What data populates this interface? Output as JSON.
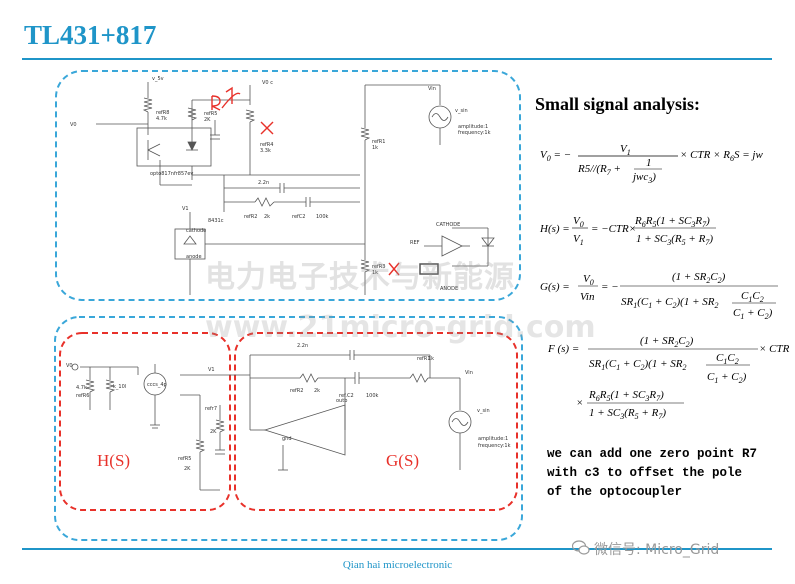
{
  "title": "TL431+817",
  "colors": {
    "accent": "#1f95c8",
    "annotation_red": "#e8312a",
    "box_blue": "#3aa7d9"
  },
  "section_heading": "Small signal analysis:",
  "equations": {
    "v0_lhs": "V",
    "v0_rhs_tail": "× CTR × R",
    "s_def": "S = jw",
    "h_lhs": "H(s) =",
    "h_mid": "= −CTR ×",
    "g_lhs": "G(s) =",
    "f_lhs": "F (s) =",
    "f_tail": "× CTR"
  },
  "note_lines": [
    "we can add one zero point R7",
    "with c3 to offset the pole",
    "of the optocoupler"
  ],
  "footer": "Qian hai microelectronic",
  "watermarks": [
    "电力电子技术与新能源",
    "www.21micro-grid.com"
  ],
  "wechat_label": "微信号: Micro_Grid",
  "block_labels": {
    "h": "H(S)",
    "g": "G(S)"
  },
  "schematic_top": {
    "labels": [
      "v_5v",
      "refR8",
      "4.7k",
      "V0",
      "refR5",
      "2K",
      "refR4",
      "3.3k",
      "opto817nfr857ev",
      "V1",
      "2.2n",
      "refR2",
      "2k",
      "refC2",
      "100k",
      "8431c",
      "cathode",
      "anode",
      "refR1",
      "1k",
      "refR3",
      "1k",
      "Vin",
      "v_sin",
      "amplitude:1",
      "frequency:1k",
      "CATHODE",
      "REF",
      "ANODE"
    ],
    "annotation": "R7"
  },
  "schematic_bottom": {
    "labels": [
      "V0",
      "4.7k",
      "refR6",
      "k_10l",
      "cccs_4p",
      "V1",
      "refr7",
      "2K",
      "refR5",
      "2K",
      "2.2n",
      "refR2",
      "2k",
      "refC2",
      "100k",
      "refR1",
      "1k",
      "Vin",
      "v_sin",
      "outb",
      "gnd",
      "amplitude:1",
      "frequency:1k"
    ]
  }
}
